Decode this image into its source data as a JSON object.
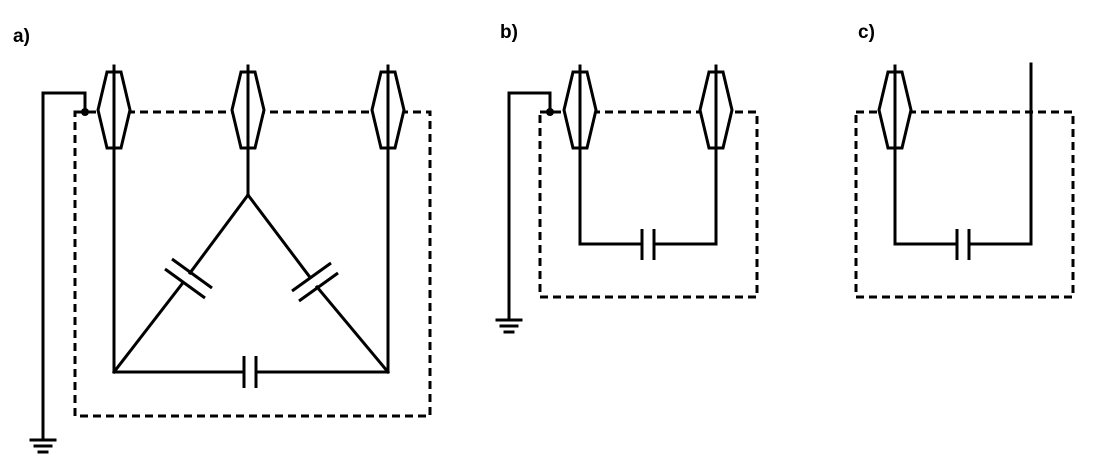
{
  "panels": [
    {
      "label": "a)"
    },
    {
      "label": "b)"
    },
    {
      "label": "c)"
    }
  ],
  "colors": {
    "line": "#000000",
    "background": "#ffffff"
  },
  "icons": [
    "ground-icon",
    "bushing-icon",
    "capacitor-icon"
  ]
}
